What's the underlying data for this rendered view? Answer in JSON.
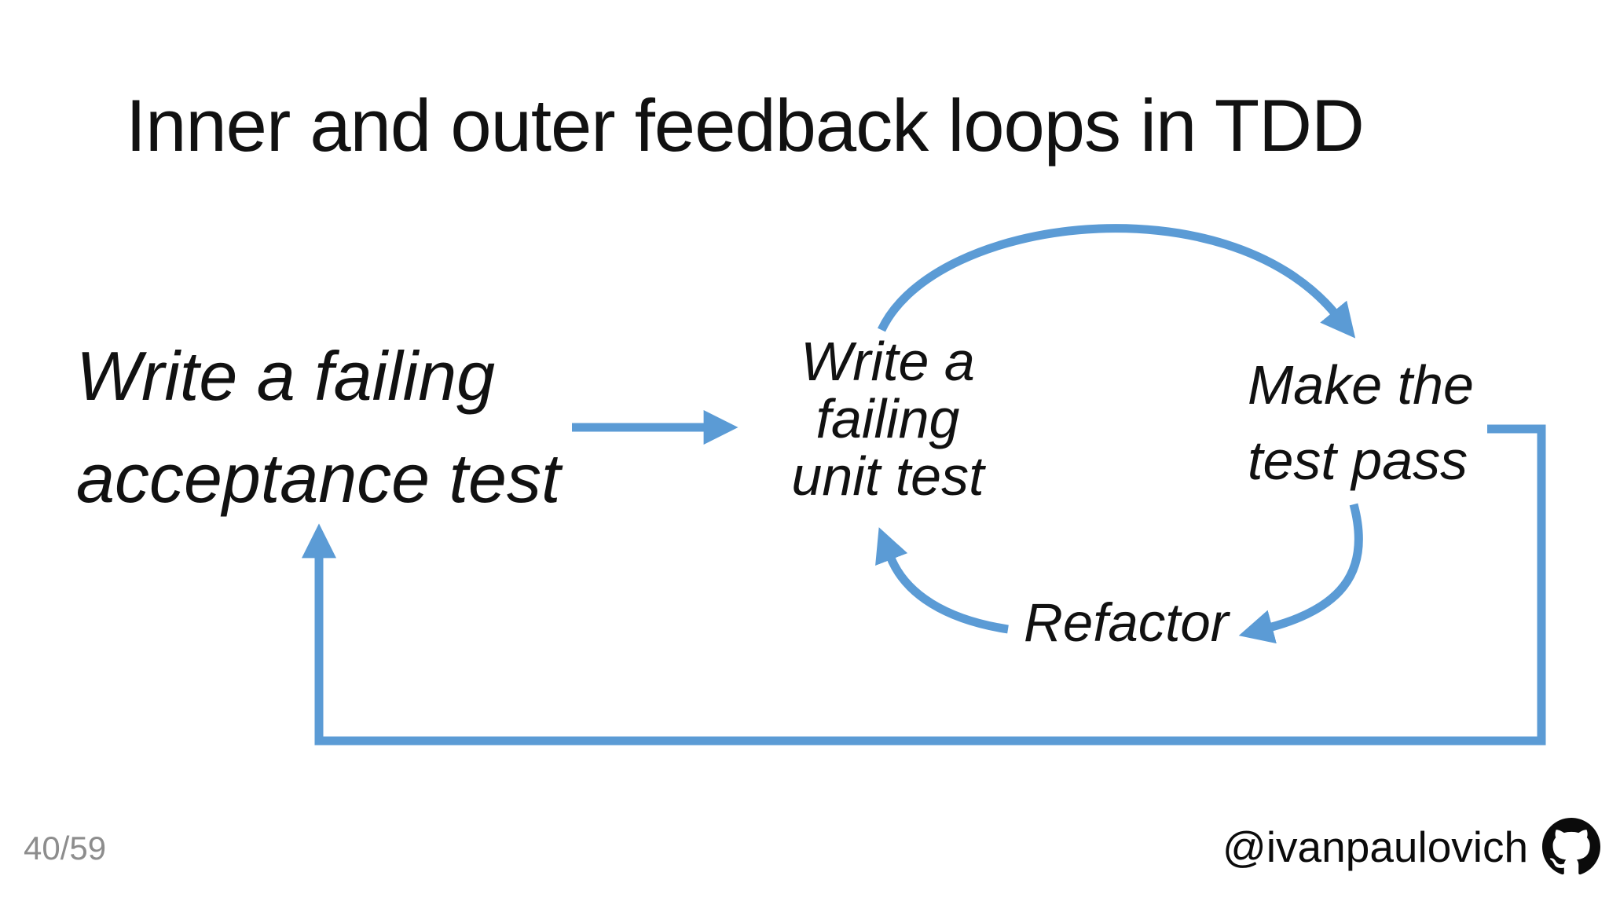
{
  "title": "Inner and outer feedback loops in TDD",
  "page_number": "40/59",
  "attribution": {
    "handle": "@ivanpaulovich",
    "icon": "github"
  },
  "diagram": {
    "nodes": {
      "acceptance_test": "Write a failing\nacceptance test",
      "unit_test": "Write a\nfailing\nunit test",
      "make_pass": "Make the\ntest pass",
      "refactor": "Refactor"
    },
    "arrows": [
      {
        "id": "acceptance-to-unit",
        "from": "acceptance_test",
        "to": "unit_test"
      },
      {
        "id": "unit-to-pass",
        "from": "unit_test",
        "to": "make_pass"
      },
      {
        "id": "pass-to-refactor",
        "from": "make_pass",
        "to": "refactor"
      },
      {
        "id": "refactor-to-unit",
        "from": "refactor",
        "to": "unit_test"
      },
      {
        "id": "outer-feedback-loop",
        "from": "make_pass",
        "to": "acceptance_test"
      }
    ]
  },
  "colors": {
    "arrow_blue": "#5B9BD5",
    "text": "#111111",
    "page_number_gray": "#8D8D8D",
    "icon_black": "#0B0B0B"
  }
}
